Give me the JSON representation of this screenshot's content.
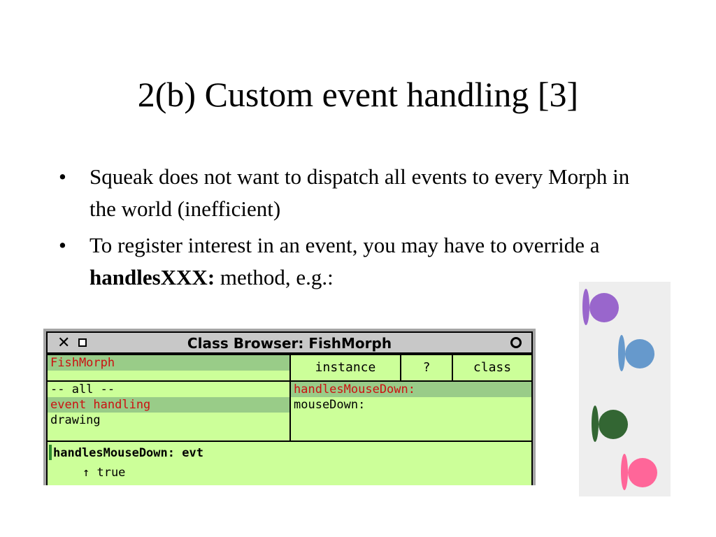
{
  "slide": {
    "title": "2(b) Custom event handling [3]",
    "bullets": [
      {
        "marker": "•",
        "text": "Squeak does not want to dispatch all events to every Morph in the world (inefficient)"
      },
      {
        "marker": "•",
        "text_before": "To register interest in an event, you may have to override a ",
        "bold": "handlesXXX:",
        "text_after": " method, e.g.:"
      }
    ]
  },
  "browser": {
    "close_glyph": "✕",
    "title": "Class Browser: FishMorph",
    "class_name": "FishMorph",
    "buttons": {
      "instance": "instance",
      "help": "?",
      "class": "class"
    },
    "categories": [
      "-- all --",
      "event handling",
      "drawing"
    ],
    "methods": [
      "handlesMouseDown:",
      "mouseDown:"
    ],
    "code": {
      "line1": "handlesMouseDown: evt",
      "line2": "↑ true"
    }
  },
  "fish": {
    "colors": [
      "#9966cc",
      "#6699cc",
      "#336633",
      "#ff6699"
    ]
  }
}
